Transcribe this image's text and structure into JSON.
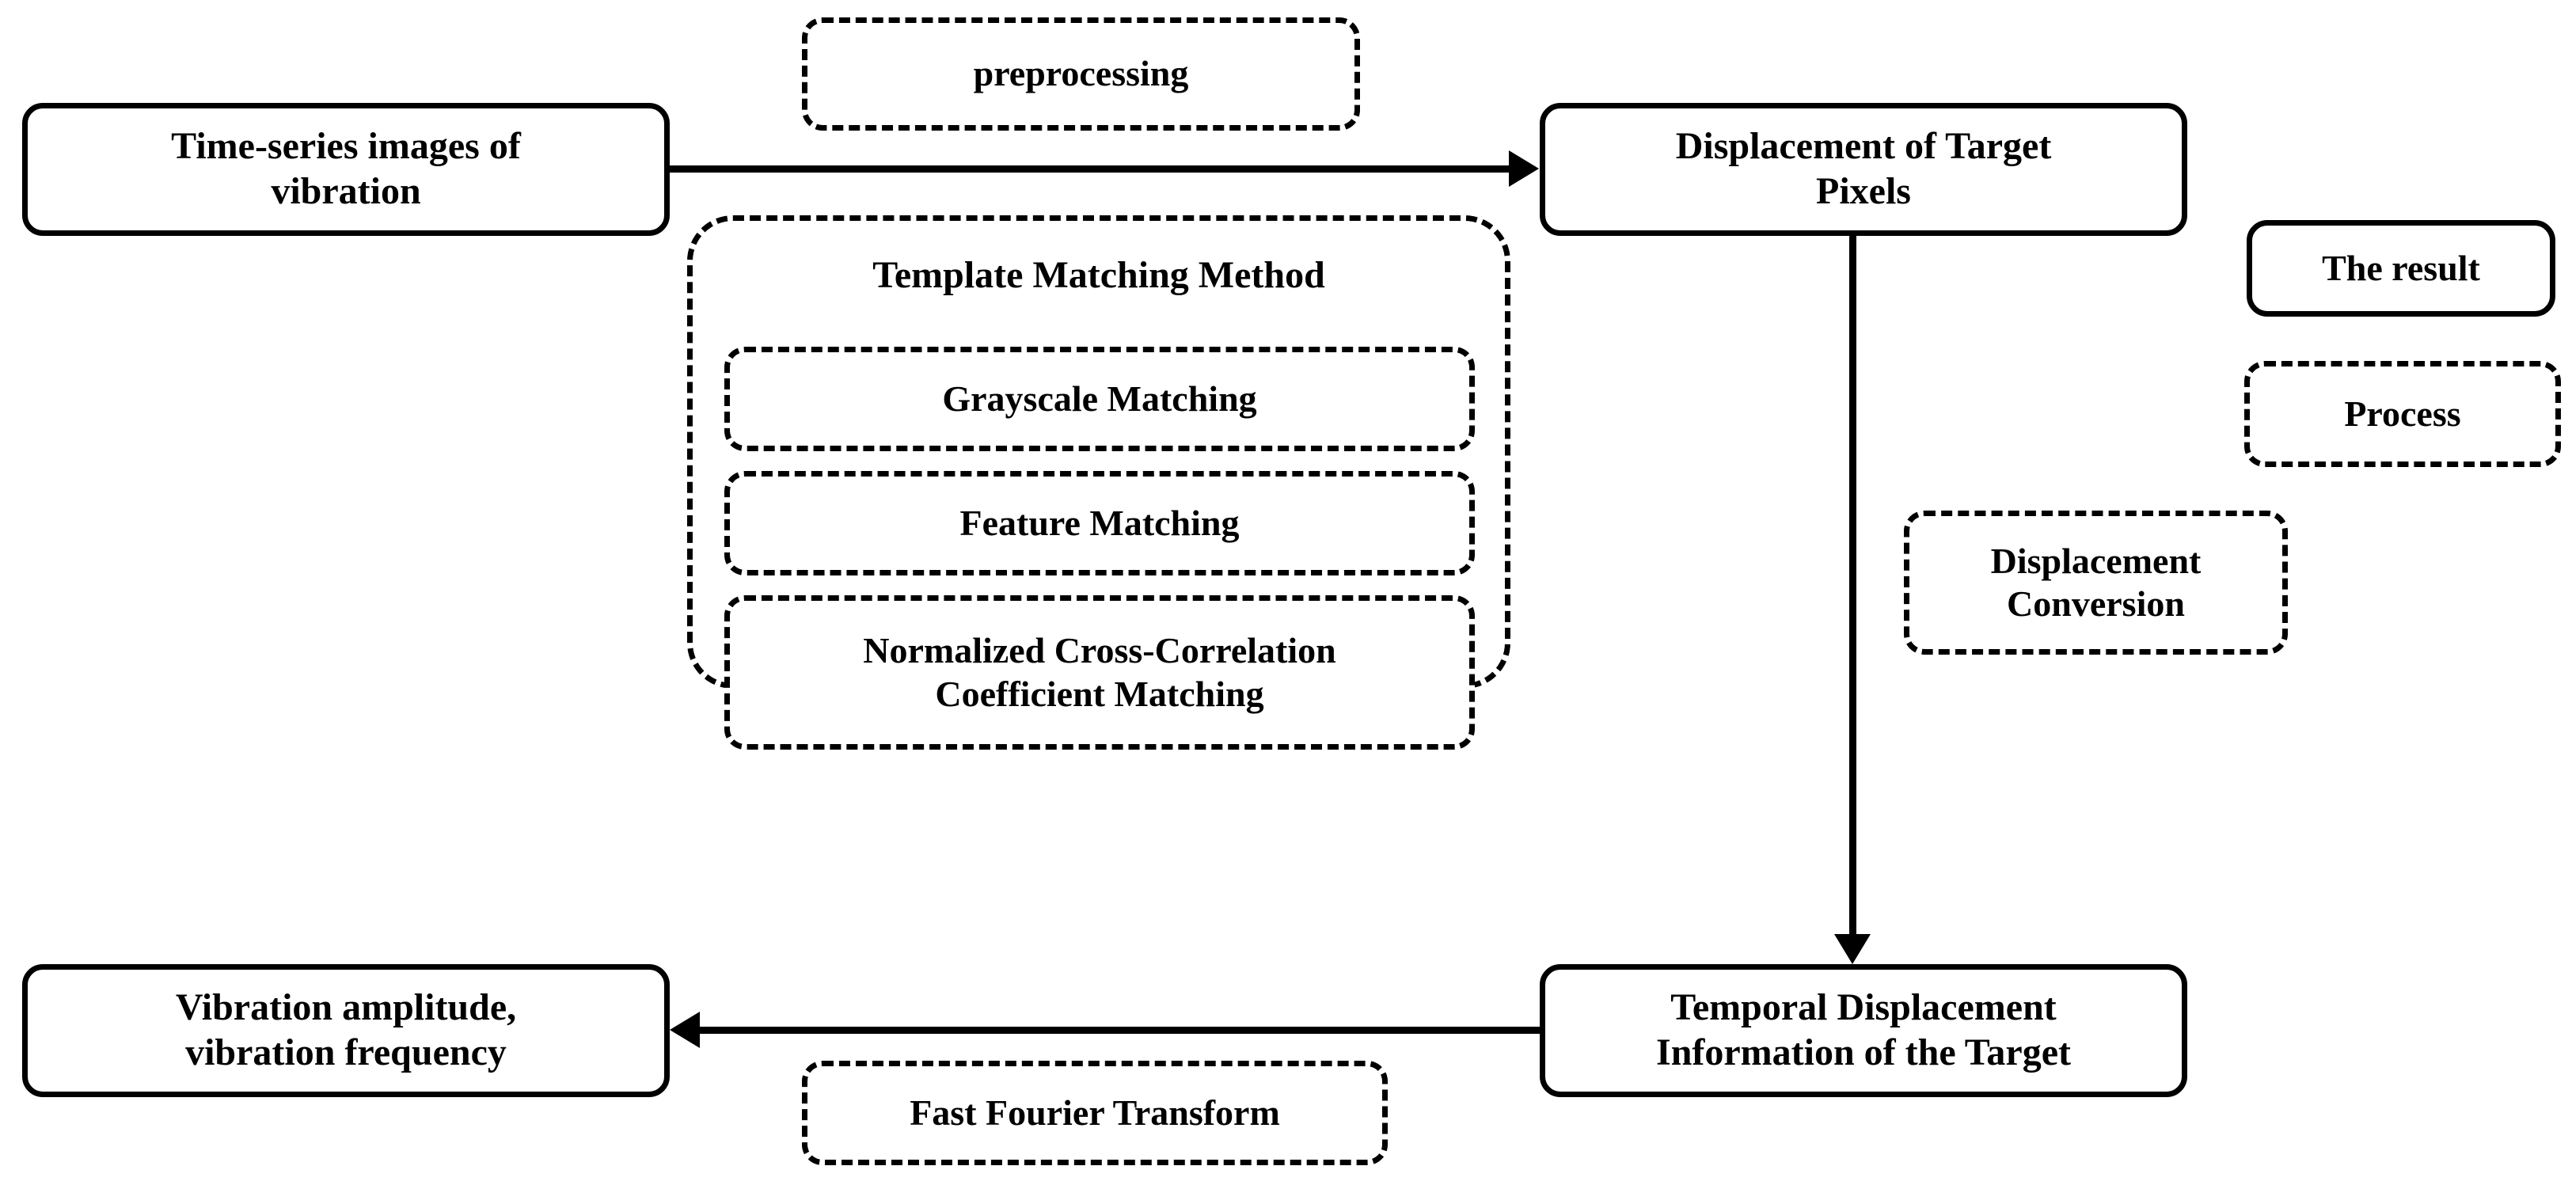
{
  "diagram": {
    "title": "Vibration measurement workflow using template matching",
    "background_color": "#ffffff",
    "line_color": "#000000"
  },
  "nodes": {
    "source": {
      "label": "Time-series images of\nvibration",
      "style": "result",
      "border": "solid"
    },
    "displacement": {
      "label": "Displacement of Target\nPixels",
      "style": "result",
      "border": "solid"
    },
    "temporal": {
      "label": "Temporal Displacement\nInformation of the Target",
      "style": "result",
      "border": "solid"
    },
    "output": {
      "label": "Vibration amplitude,\nvibration frequency",
      "style": "result",
      "border": "solid"
    },
    "preprocessing": {
      "label": "preprocessing",
      "style": "process",
      "border": "dashed"
    },
    "fast_fourier_transform": {
      "label": "Fast Fourier Transform",
      "style": "process",
      "border": "dashed"
    },
    "displacement_conversion": {
      "label": "Displacement\nConversion",
      "style": "process",
      "border": "dashed"
    }
  },
  "template_matching_group": {
    "title": "Template Matching Method",
    "border": "dashed",
    "methods": [
      {
        "label": "Grayscale Matching",
        "border": "dashed"
      },
      {
        "label": "Feature Matching",
        "border": "dashed"
      },
      {
        "label": "Normalized Cross-Correlation\nCoefficient Matching",
        "border": "dashed"
      }
    ]
  },
  "legend": {
    "items": [
      {
        "label": "The result",
        "border": "solid"
      },
      {
        "label": "Process",
        "border": "dashed"
      }
    ]
  },
  "connectors": [
    {
      "name": "source-to-displacement",
      "from": "source",
      "to": "displacement",
      "direction": "right",
      "annotation": "preprocessing"
    },
    {
      "name": "displacement-to-temporal",
      "from": "displacement",
      "to": "temporal",
      "direction": "down",
      "annotation": "Displacement Conversion"
    },
    {
      "name": "temporal-to-output",
      "from": "temporal",
      "to": "output",
      "direction": "left",
      "annotation": "Fast Fourier Transform"
    }
  ]
}
